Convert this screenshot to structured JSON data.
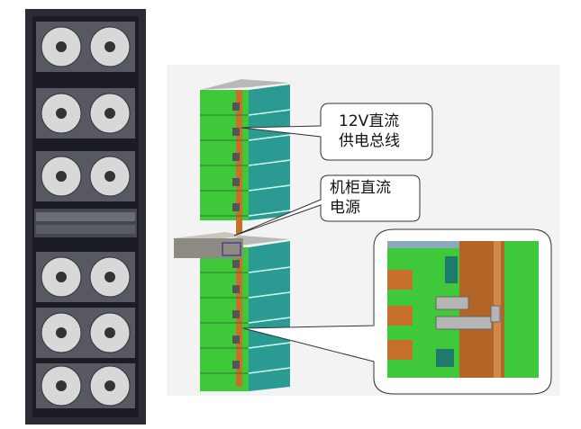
{
  "labels": {
    "bus": [
      "12V直流",
      "供电总线"
    ],
    "psu": [
      "机柜直流",
      "电源"
    ]
  },
  "colors": {
    "rack_frame": "#2a2c35",
    "server_front": "#3fc83a",
    "server_side": "#2a9a92",
    "busbar": "#c8702a",
    "panel_bg": "#f3f3f3"
  }
}
